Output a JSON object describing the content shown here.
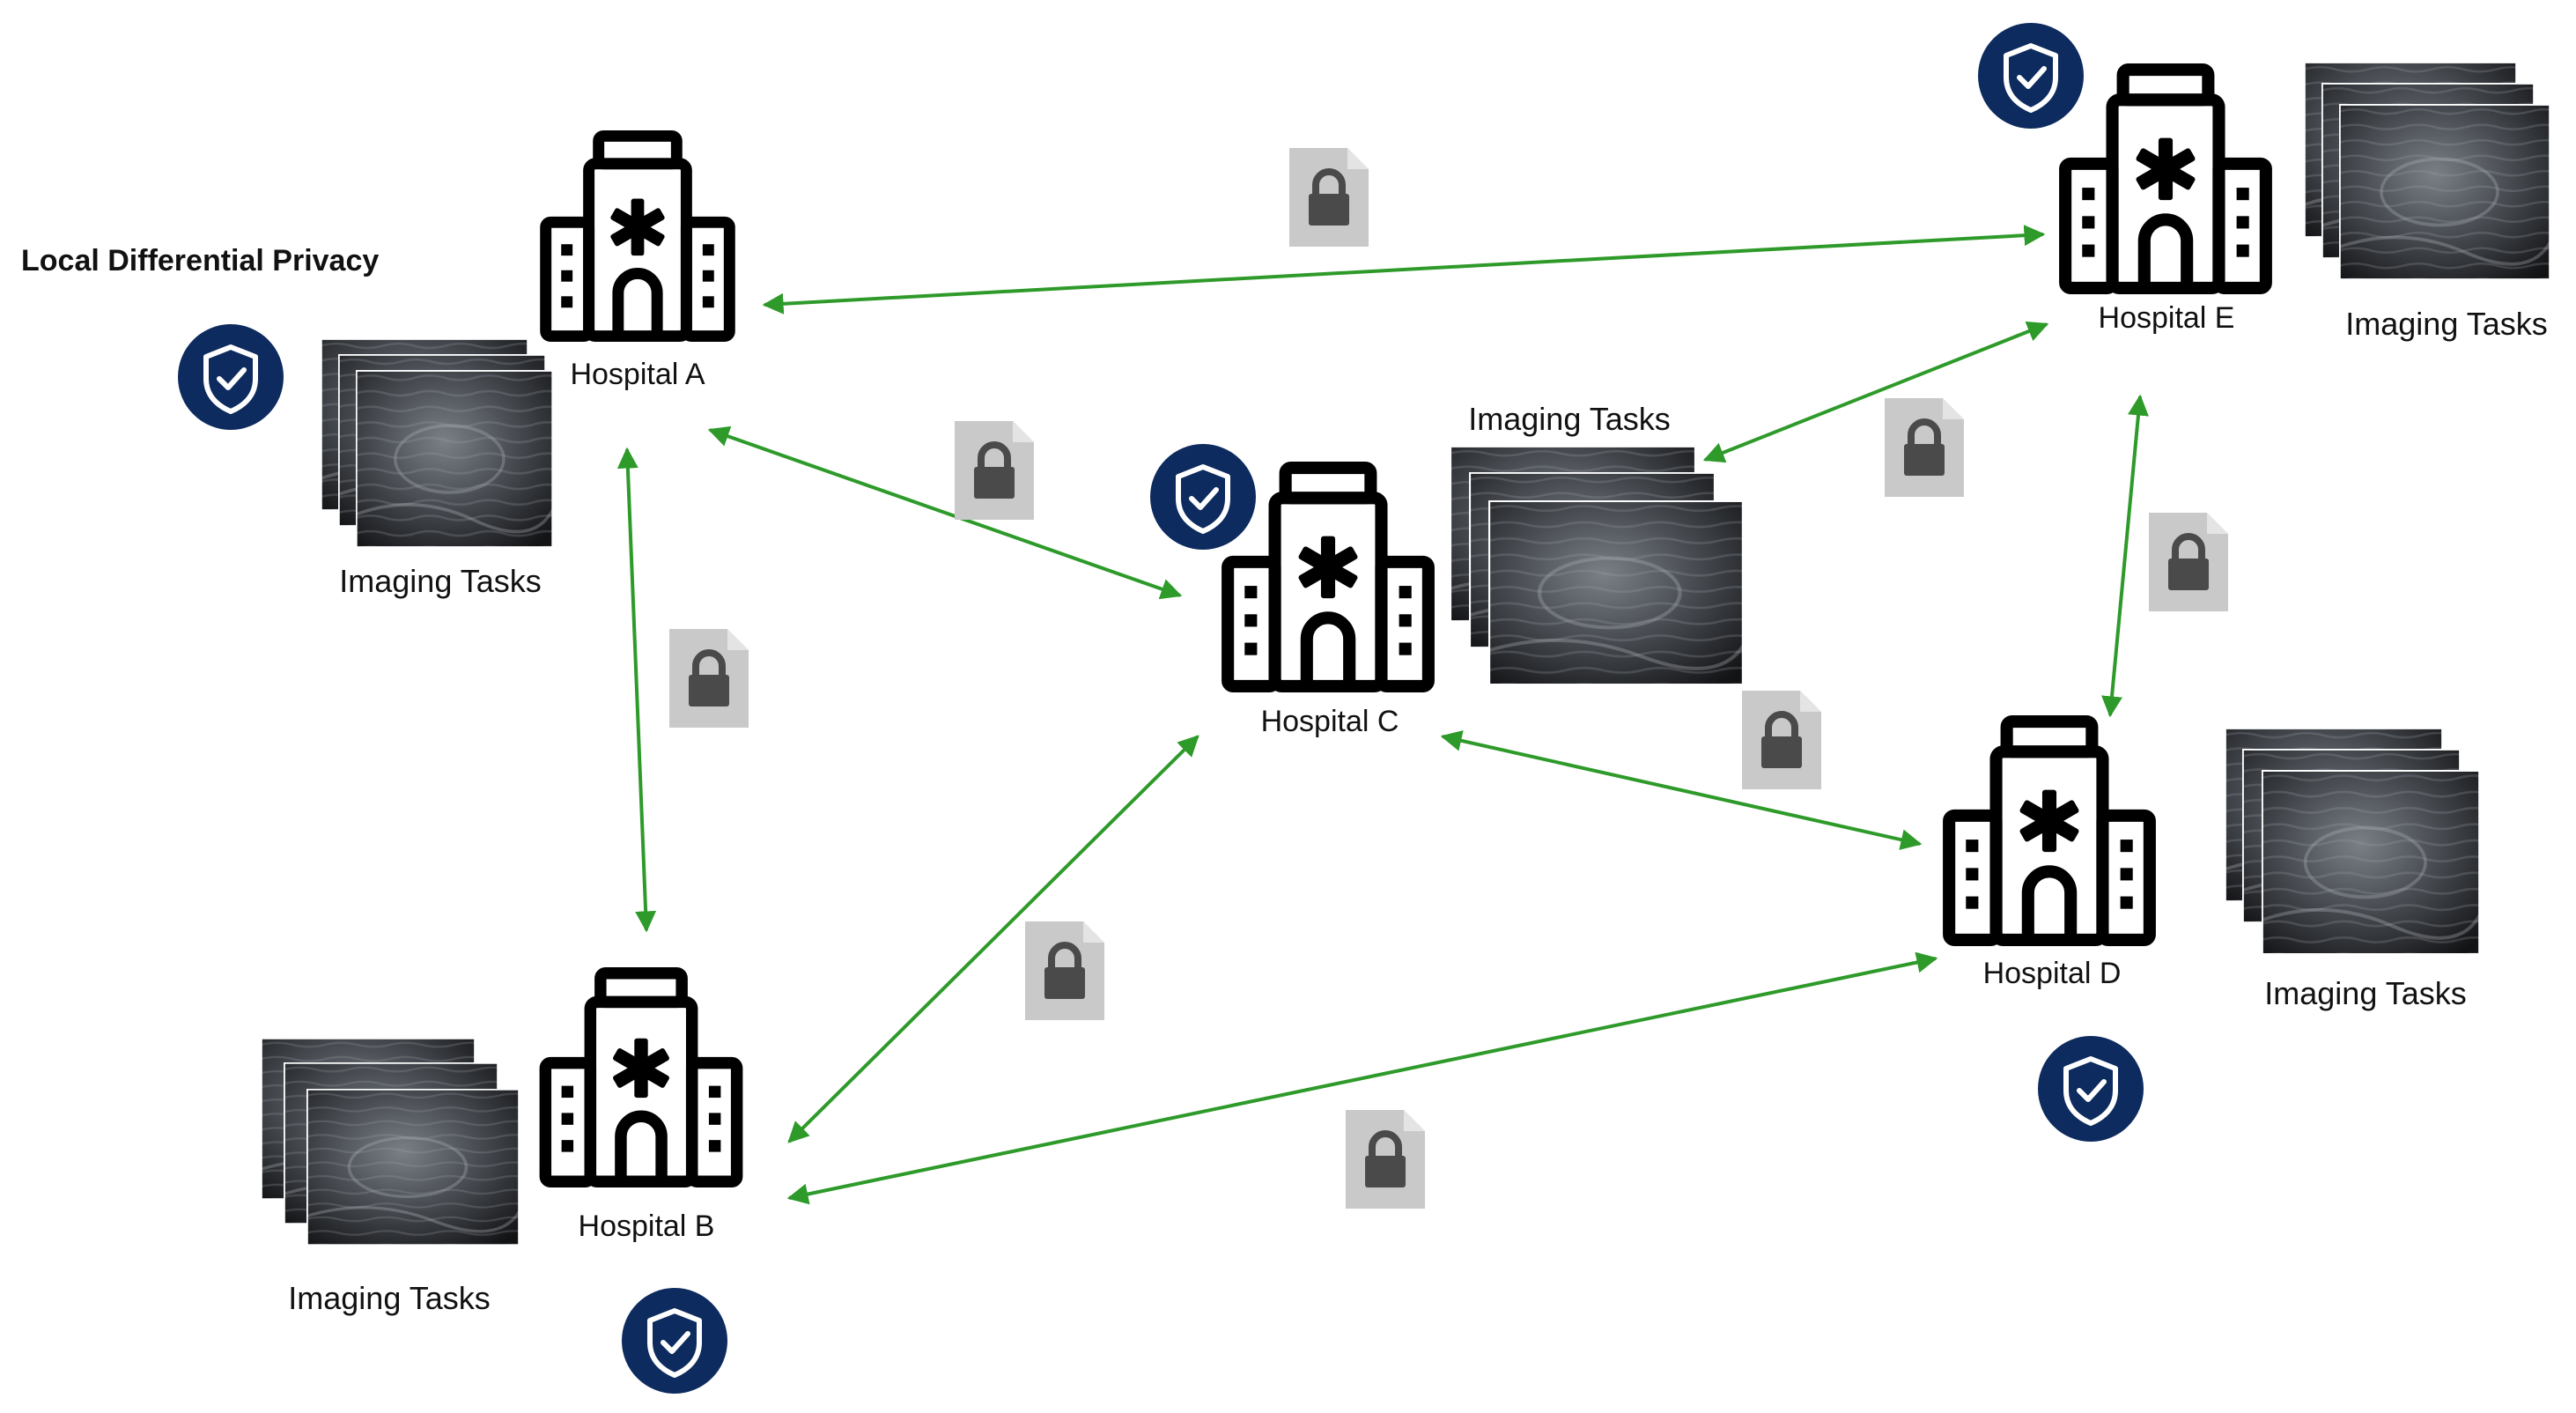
{
  "title": "Local Differential Privacy",
  "imaging_label": "Imaging Tasks",
  "icons": {
    "hospital": "hospital-building-icon",
    "shield": "shield-check-icon",
    "lock": "encrypted-file-lock-icon",
    "scan": "ultrasound-image-stack"
  },
  "colors": {
    "arrow": "#2e9a2a",
    "shield_bg": "#0d2b5e",
    "lock_doc": "#c9c9c9",
    "lock_body": "#4a4a4a",
    "hospital_stroke": "#000000"
  },
  "hospitals": [
    {
      "id": "A",
      "label": "Hospital A"
    },
    {
      "id": "B",
      "label": "Hospital B"
    },
    {
      "id": "C",
      "label": "Hospital C"
    },
    {
      "id": "D",
      "label": "Hospital D"
    },
    {
      "id": "E",
      "label": "Hospital E"
    }
  ],
  "connections": [
    {
      "from": "A",
      "to": "E"
    },
    {
      "from": "A",
      "to": "C"
    },
    {
      "from": "A",
      "to": "B"
    },
    {
      "from": "B",
      "to": "C"
    },
    {
      "from": "B",
      "to": "D"
    },
    {
      "from": "C",
      "to": "E"
    },
    {
      "from": "C",
      "to": "D"
    },
    {
      "from": "D",
      "to": "E"
    }
  ]
}
